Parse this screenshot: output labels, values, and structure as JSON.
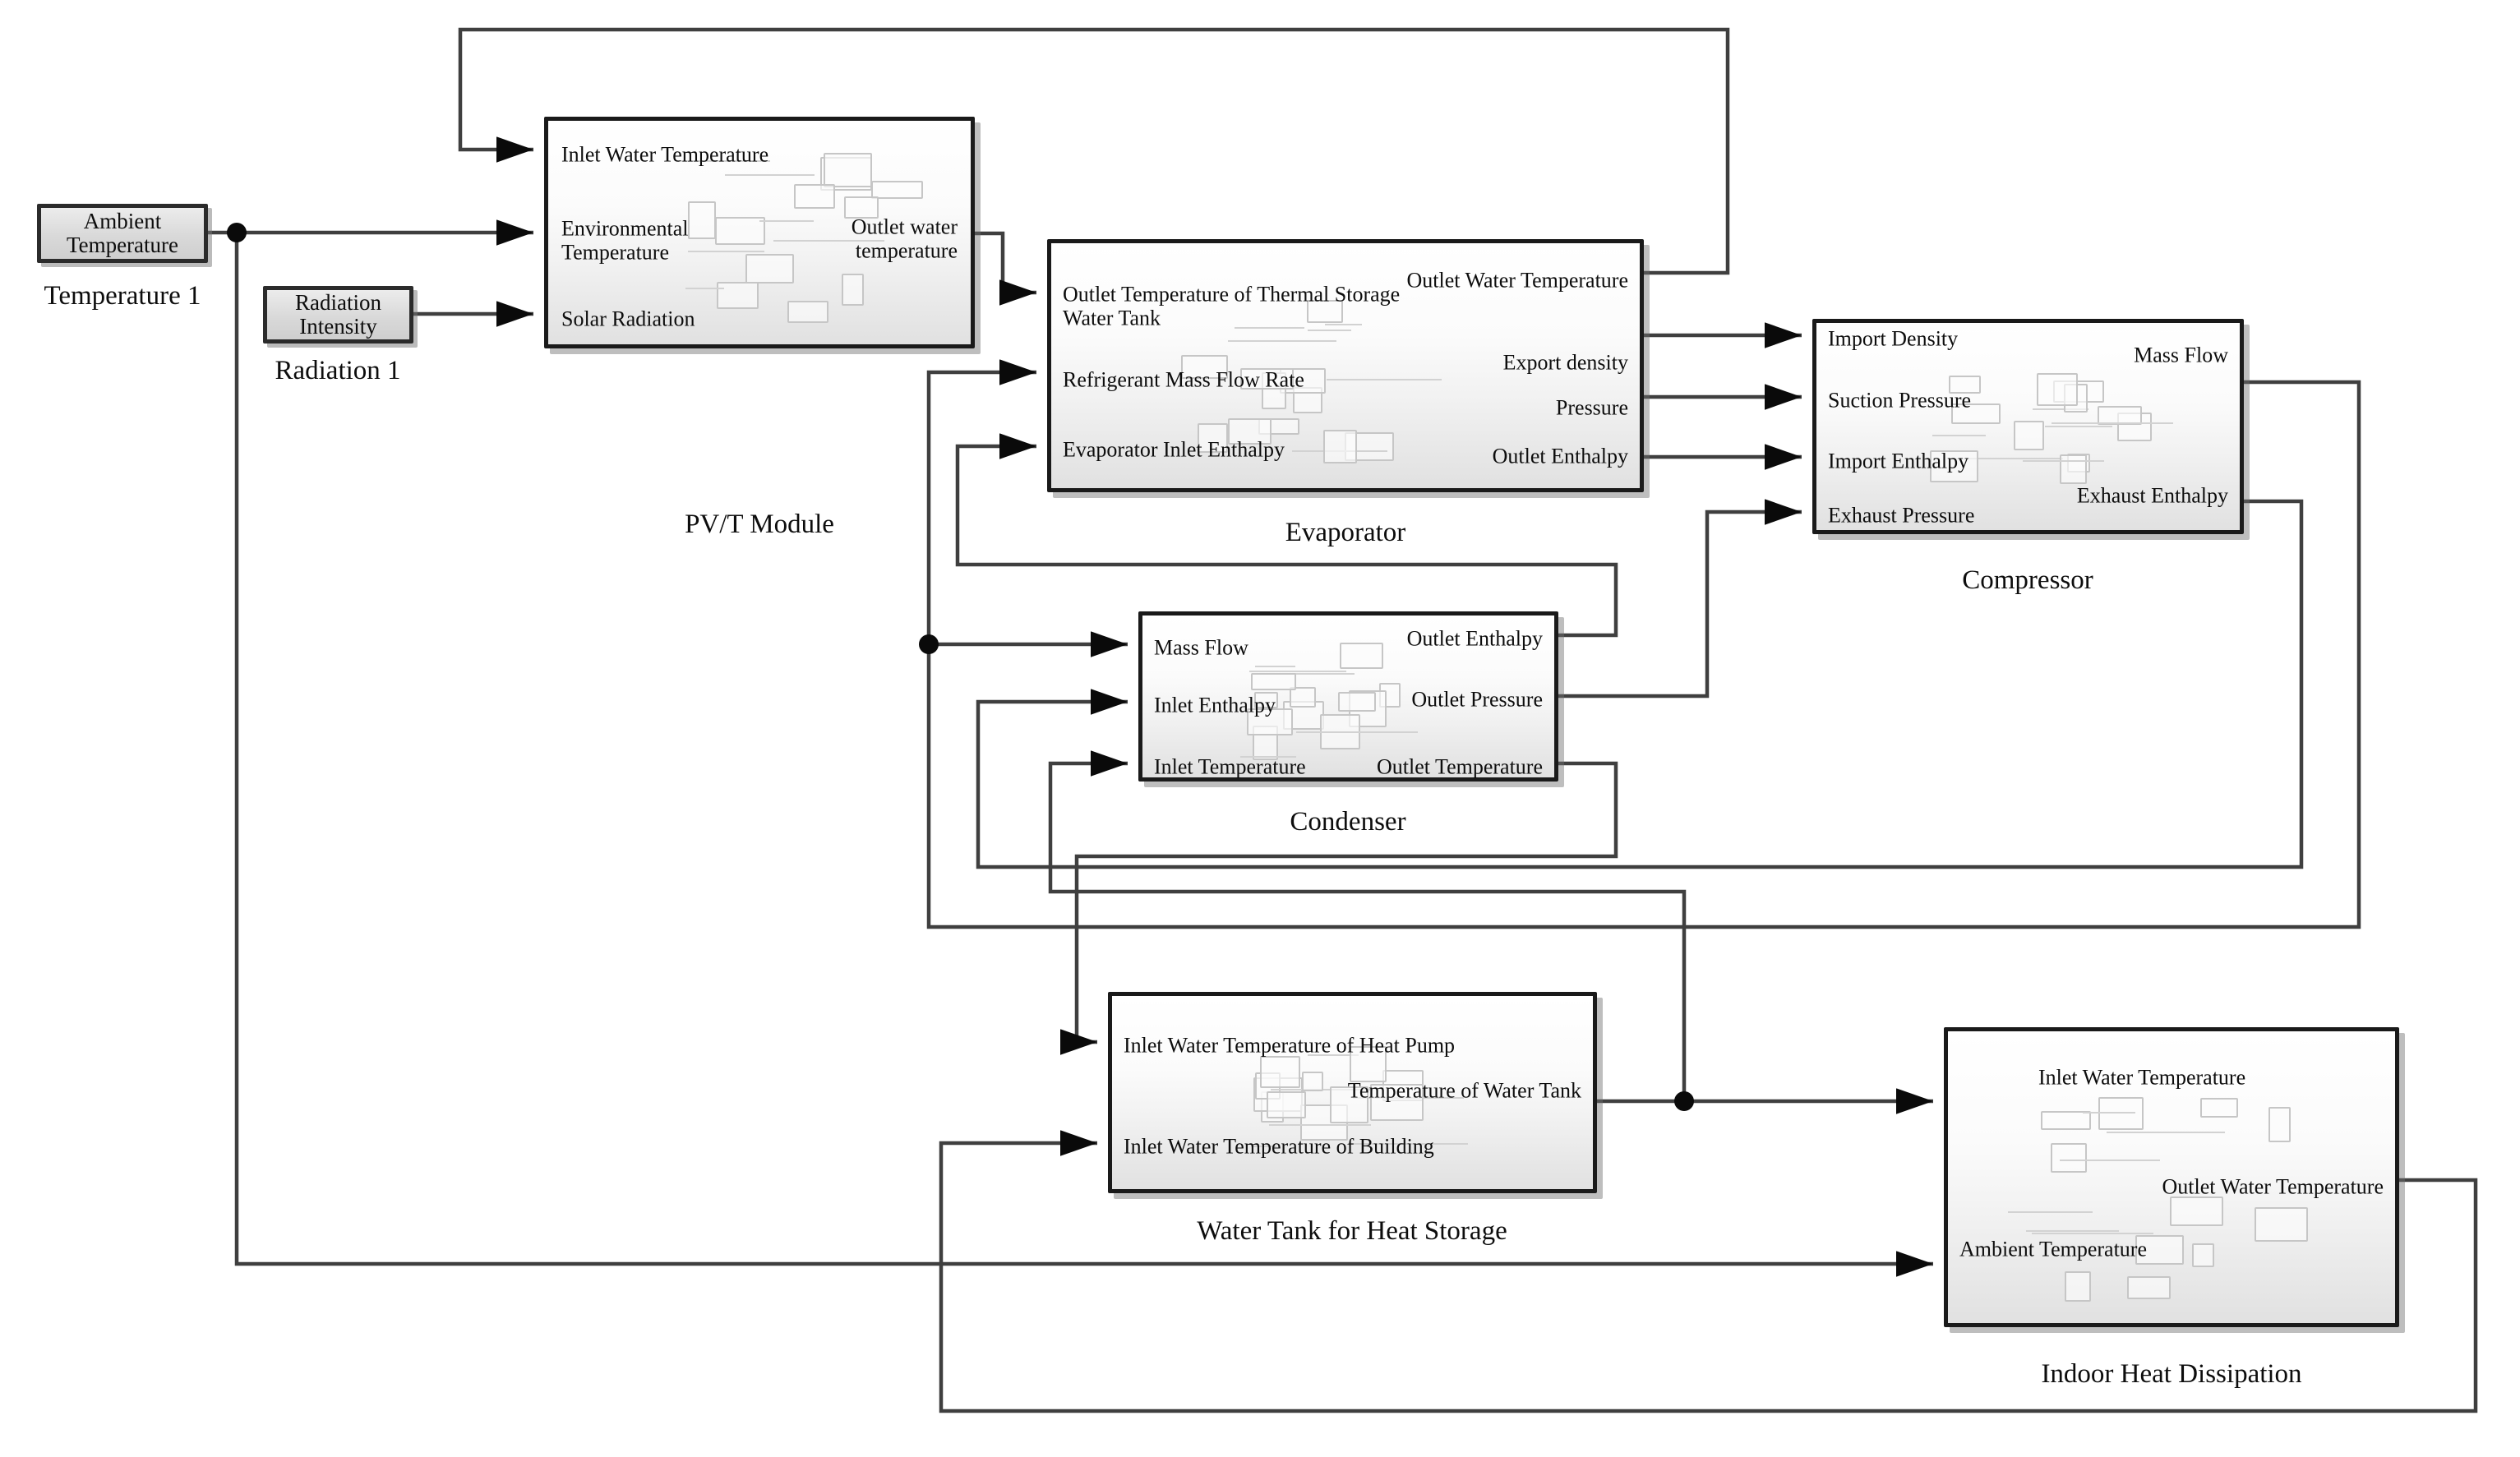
{
  "diagram": {
    "sources": [
      {
        "id": "temperature-1",
        "label": "Ambient Temperature",
        "caption": "Temperature 1"
      },
      {
        "id": "radiation-1",
        "label": "Radiation Intensity",
        "caption": "Radiation 1"
      }
    ],
    "blocks": [
      {
        "id": "pvt",
        "caption": "PV/T Module",
        "inputs": [
          "Inlet Water Temperature",
          "Environmental Temperature",
          "Solar Radiation"
        ],
        "outputs": [
          "Outlet water temperature"
        ]
      },
      {
        "id": "evaporator",
        "caption": "Evaporator",
        "inputs": [
          "Outlet Temperature of Thermal Storage Water Tank",
          "Refrigerant Mass Flow Rate",
          "Evaporator Inlet Enthalpy"
        ],
        "outputs": [
          "Outlet Water Temperature",
          "Export density",
          "Pressure",
          "Outlet Enthalpy"
        ]
      },
      {
        "id": "compressor",
        "caption": "Compressor",
        "inputs": [
          "Import Density",
          "Suction Pressure",
          "Import Enthalpy",
          "Exhaust Pressure"
        ],
        "outputs": [
          "Mass Flow",
          "Exhaust Enthalpy"
        ]
      },
      {
        "id": "condenser",
        "caption": "Condenser",
        "inputs": [
          "Mass Flow",
          "Inlet Enthalpy",
          "Inlet Temperature"
        ],
        "outputs": [
          "Outlet Enthalpy",
          "Outlet Pressure",
          "Outlet Temperature"
        ]
      },
      {
        "id": "water-tank",
        "caption": "Water Tank for Heat Storage",
        "inputs": [
          "Inlet Water Temperature of Heat Pump",
          "Inlet Water Temperature of Building"
        ],
        "outputs": [
          "Temperature of Water Tank"
        ]
      },
      {
        "id": "indoor",
        "caption": "Indoor Heat Dissipation",
        "inputs": [
          "Inlet Water Temperature",
          "Ambient Temperature"
        ],
        "outputs": [
          "Outlet Water Temperature"
        ]
      }
    ],
    "connections": [
      "Temperature 1 -> PV/T Module: Environmental Temperature",
      "Temperature 1 -> Indoor Heat Dissipation: Ambient Temperature",
      "Radiation 1 -> PV/T Module: Solar Radiation",
      "Evaporator: Outlet Water Temperature -> PV/T Module: Inlet Water Temperature",
      "PV/T Module: Outlet water temperature -> Evaporator: Outlet Temperature of Thermal Storage Water Tank",
      "Evaporator: Export density -> Compressor: Import Density",
      "Evaporator: Pressure -> Compressor: Suction Pressure",
      "Evaporator: Outlet Enthalpy -> Compressor: Import Enthalpy",
      "Compressor: Mass Flow -> Evaporator: Refrigerant Mass Flow Rate",
      "Compressor: Mass Flow -> Condenser: Mass Flow",
      "Compressor: Exhaust Enthalpy -> Condenser: Inlet Enthalpy",
      "Condenser: Outlet Pressure -> Compressor: Exhaust Pressure",
      "Condenser: Outlet Enthalpy -> Evaporator: Evaporator Inlet Enthalpy",
      "Condenser: Outlet Temperature -> Water Tank for Heat Storage: Inlet Water Temperature of Heat Pump",
      "Water Tank for Heat Storage: Temperature of Water Tank -> Indoor Heat Dissipation: Inlet Water Temperature",
      "Water Tank for Heat Storage: Temperature of Water Tank -> Condenser: Inlet Temperature",
      "Indoor Heat Dissipation: Outlet Water Temperature -> Water Tank for Heat Storage: Inlet Water Temperature of Building"
    ],
    "colors": {
      "wire": "#3f3f3f",
      "arrow": "#0a0a0a",
      "block_border": "#1a1a1a",
      "source_fill": "#d9d9d9"
    }
  }
}
